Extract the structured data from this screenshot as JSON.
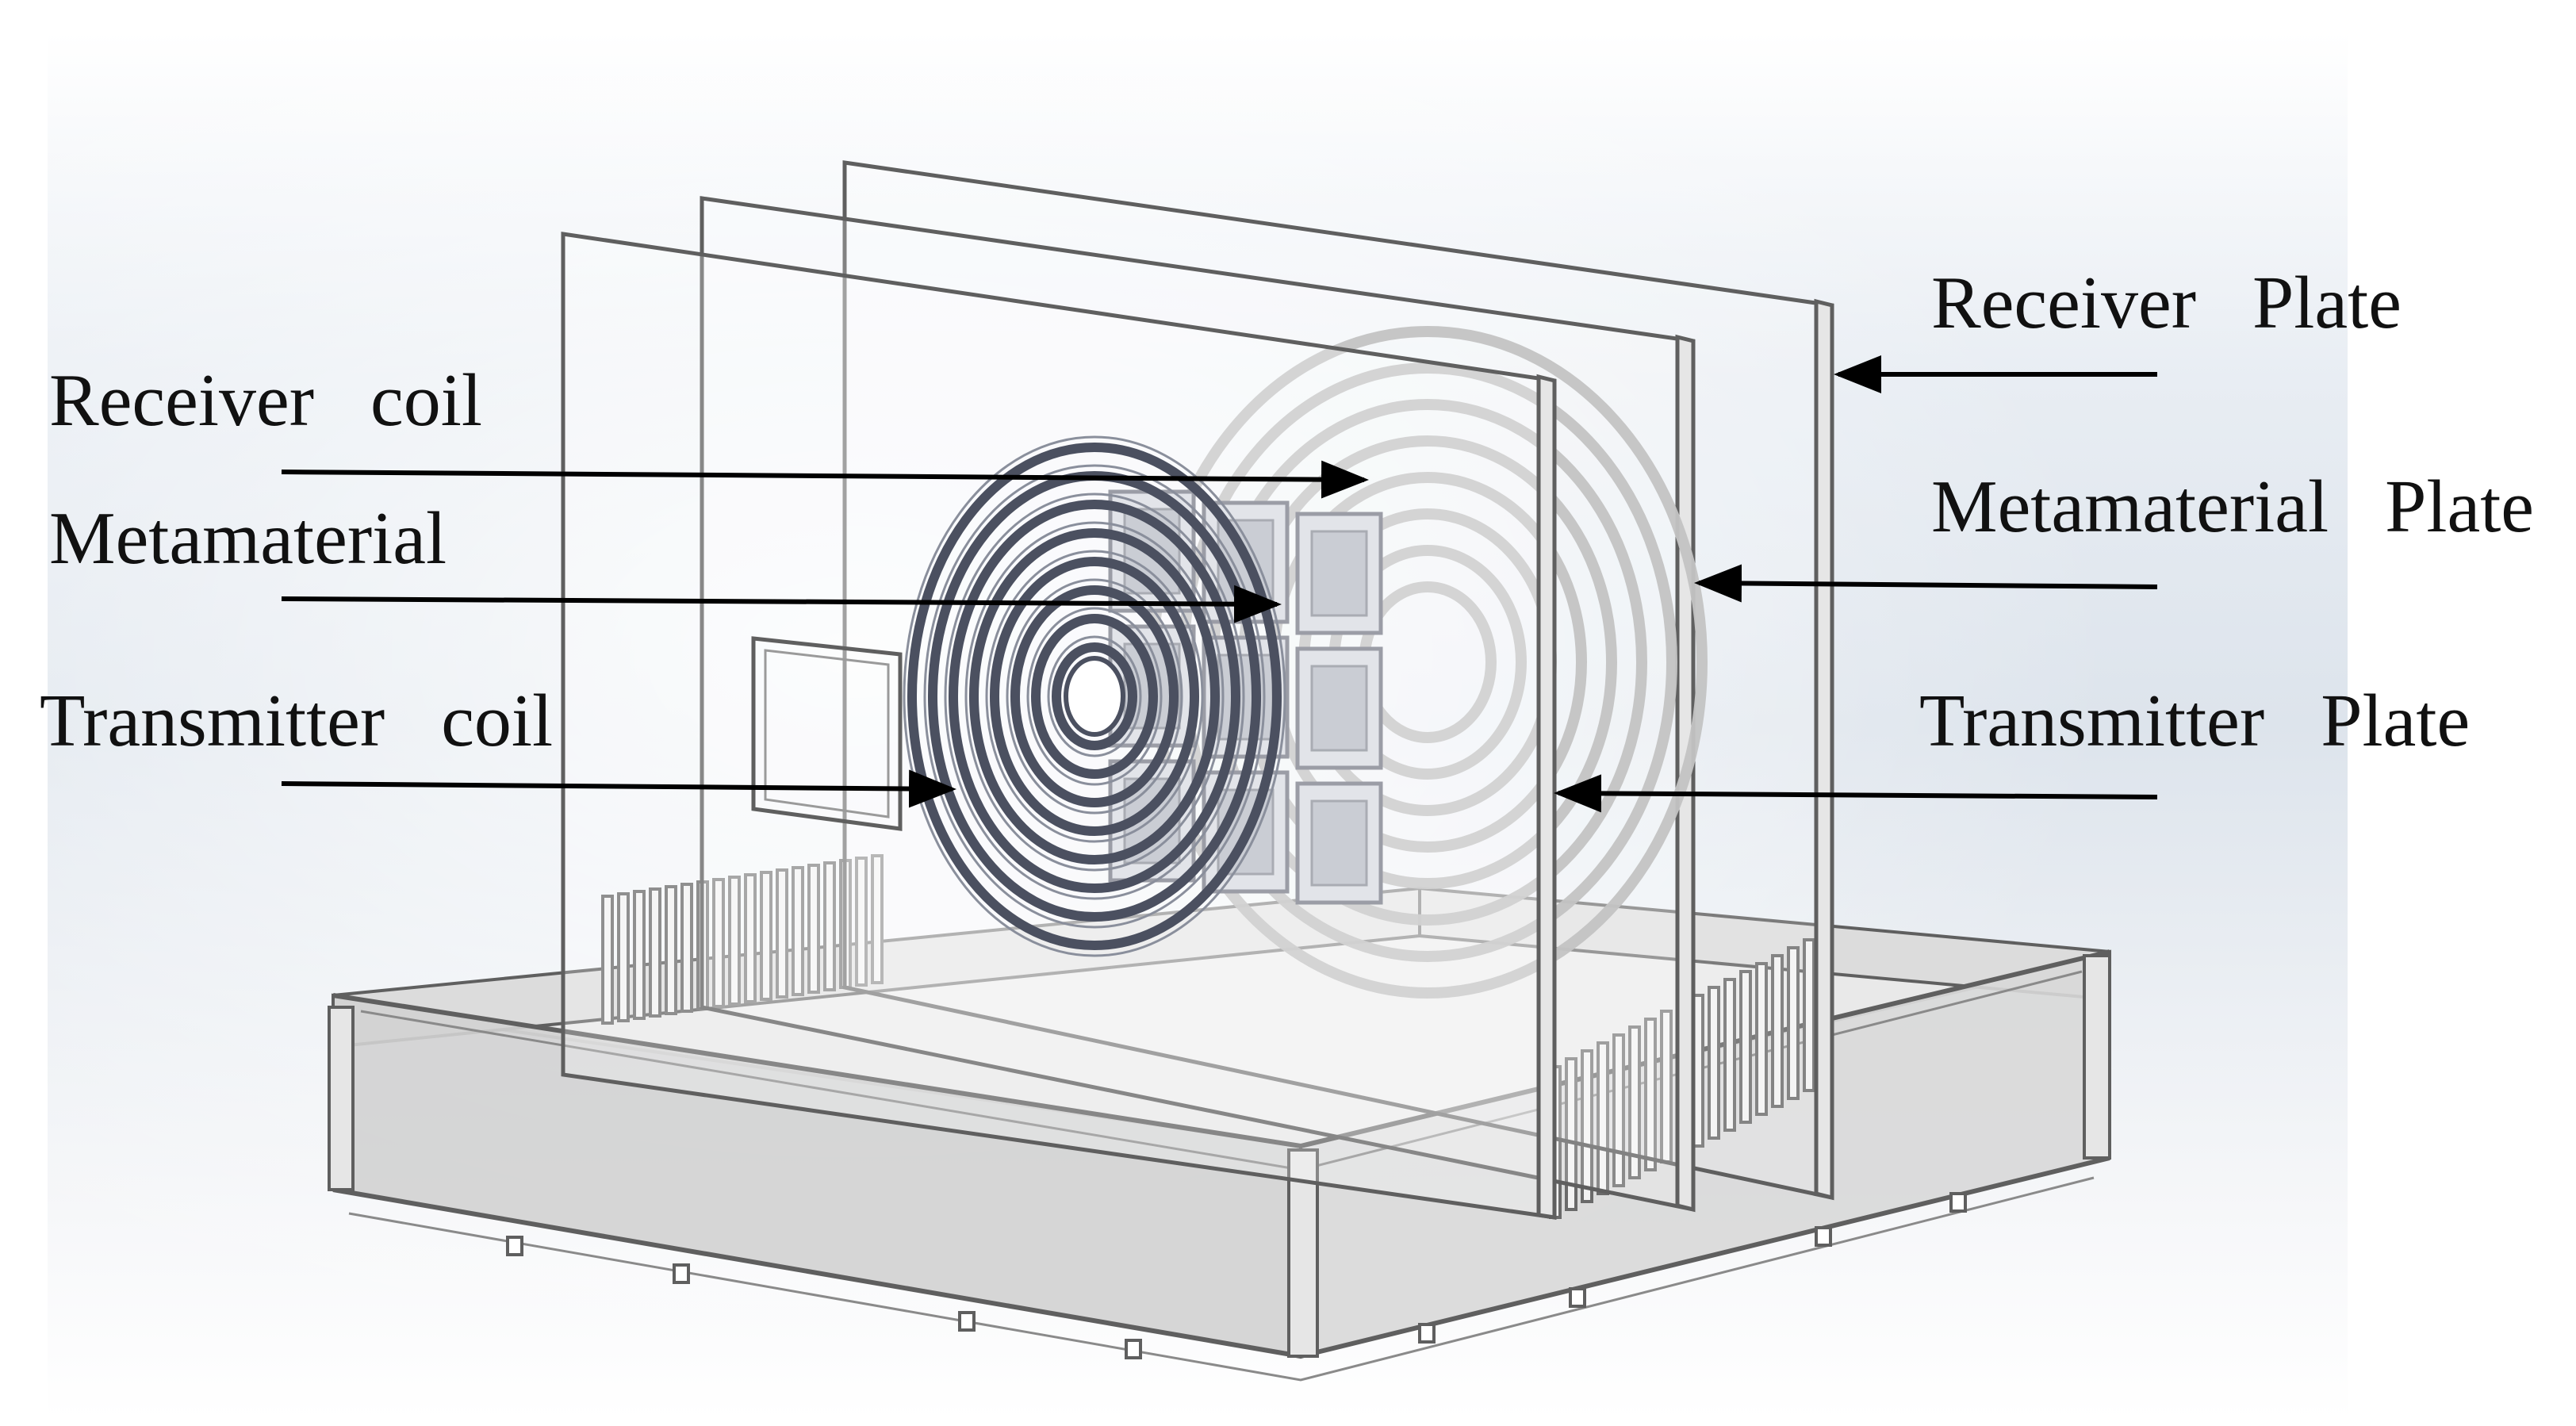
{
  "labels": {
    "receiver_coil": "Receiver  coil",
    "metamaterial": "Metamaterial",
    "transmitter_coil": "Transmitter  coil",
    "receiver_plate": "Receiver  Plate",
    "metamaterial_plate": "Metamaterial  Plate",
    "transmitter_plate": "Transmitter  Plate"
  },
  "colors": {
    "background_top": "#dfe6ee",
    "background_bottom": "#ffffff",
    "outline": "#5f5f5f",
    "box_fill": "#d6d6d6",
    "transmitter_coil": "#4b5060",
    "receiver_coil": "#c4c4c4",
    "metamaterial_cell": "#b9bcc6",
    "arrow": "#000000"
  },
  "metamaterial_grid": {
    "rows": 3,
    "cols": 3
  },
  "transmitter_coil_turns": 8,
  "receiver_coil_turns": 8
}
